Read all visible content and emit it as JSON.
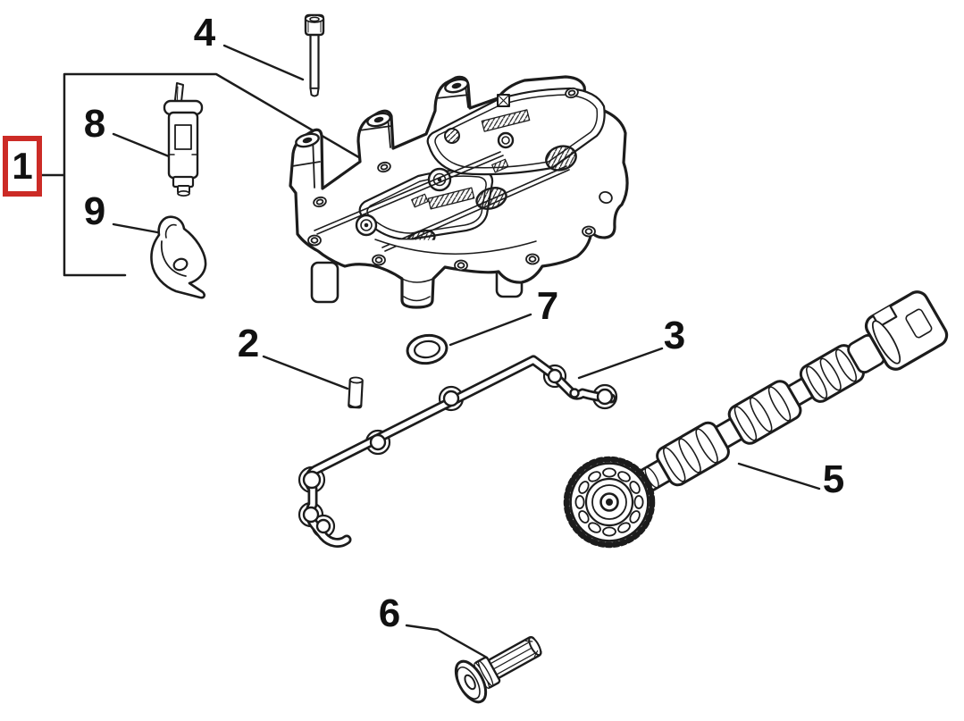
{
  "figure": {
    "kind": "exploded-parts-diagram",
    "colors": {
      "line": "#1c1c1c",
      "highlight": "#cc2b26",
      "background": "#ffffff"
    },
    "callouts": [
      {
        "ref": "1",
        "highlighted": true
      },
      {
        "ref": "2",
        "highlighted": false
      },
      {
        "ref": "3",
        "highlighted": false
      },
      {
        "ref": "4",
        "highlighted": false
      },
      {
        "ref": "5",
        "highlighted": false
      },
      {
        "ref": "6",
        "highlighted": false
      },
      {
        "ref": "7",
        "highlighted": false
      },
      {
        "ref": "8",
        "highlighted": false
      },
      {
        "ref": "9",
        "highlighted": false
      }
    ]
  }
}
